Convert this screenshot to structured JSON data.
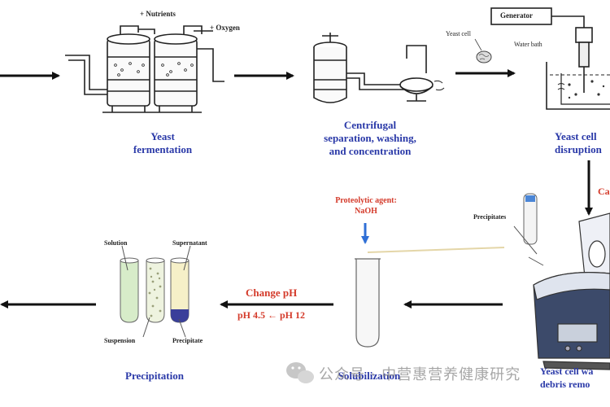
{
  "labels": {
    "nutrients": "+ Nutrients",
    "oxygen": "+ Oxygen",
    "generator": "Generator",
    "yeast_cell": "Yeast cell",
    "water_bath": "Water bath",
    "proteolytic_line1": "Proteolytic agent:",
    "proteolytic_line2": "NaOH",
    "precipitates": "Precipitates",
    "solution": "Solution",
    "supernatant": "Supernatant",
    "suspension": "Suspension",
    "precipitate": "Precipitate",
    "change_ph": "Change pH",
    "ph_range": "pH 4.5 ← pH 12",
    "right_edge_red": "Ca"
  },
  "stages": {
    "fermentation": [
      "Yeast",
      "fermentation"
    ],
    "centrifugal": [
      "Centrifugal",
      "separation, washing,",
      "and concentration"
    ],
    "disruption": [
      "Yeast cell",
      "disruption"
    ],
    "debris": [
      "Yeast cell wa",
      "debris remo"
    ],
    "solubilization": "Solubilization",
    "precipitation": "Precipitation"
  },
  "watermark": {
    "text": "公众号 · 中营惠营养健康研究"
  },
  "colors": {
    "label_blue": "#2a39a8",
    "label_red": "#d43a2a",
    "arrow_blue": "#2f6fd6"
  }
}
